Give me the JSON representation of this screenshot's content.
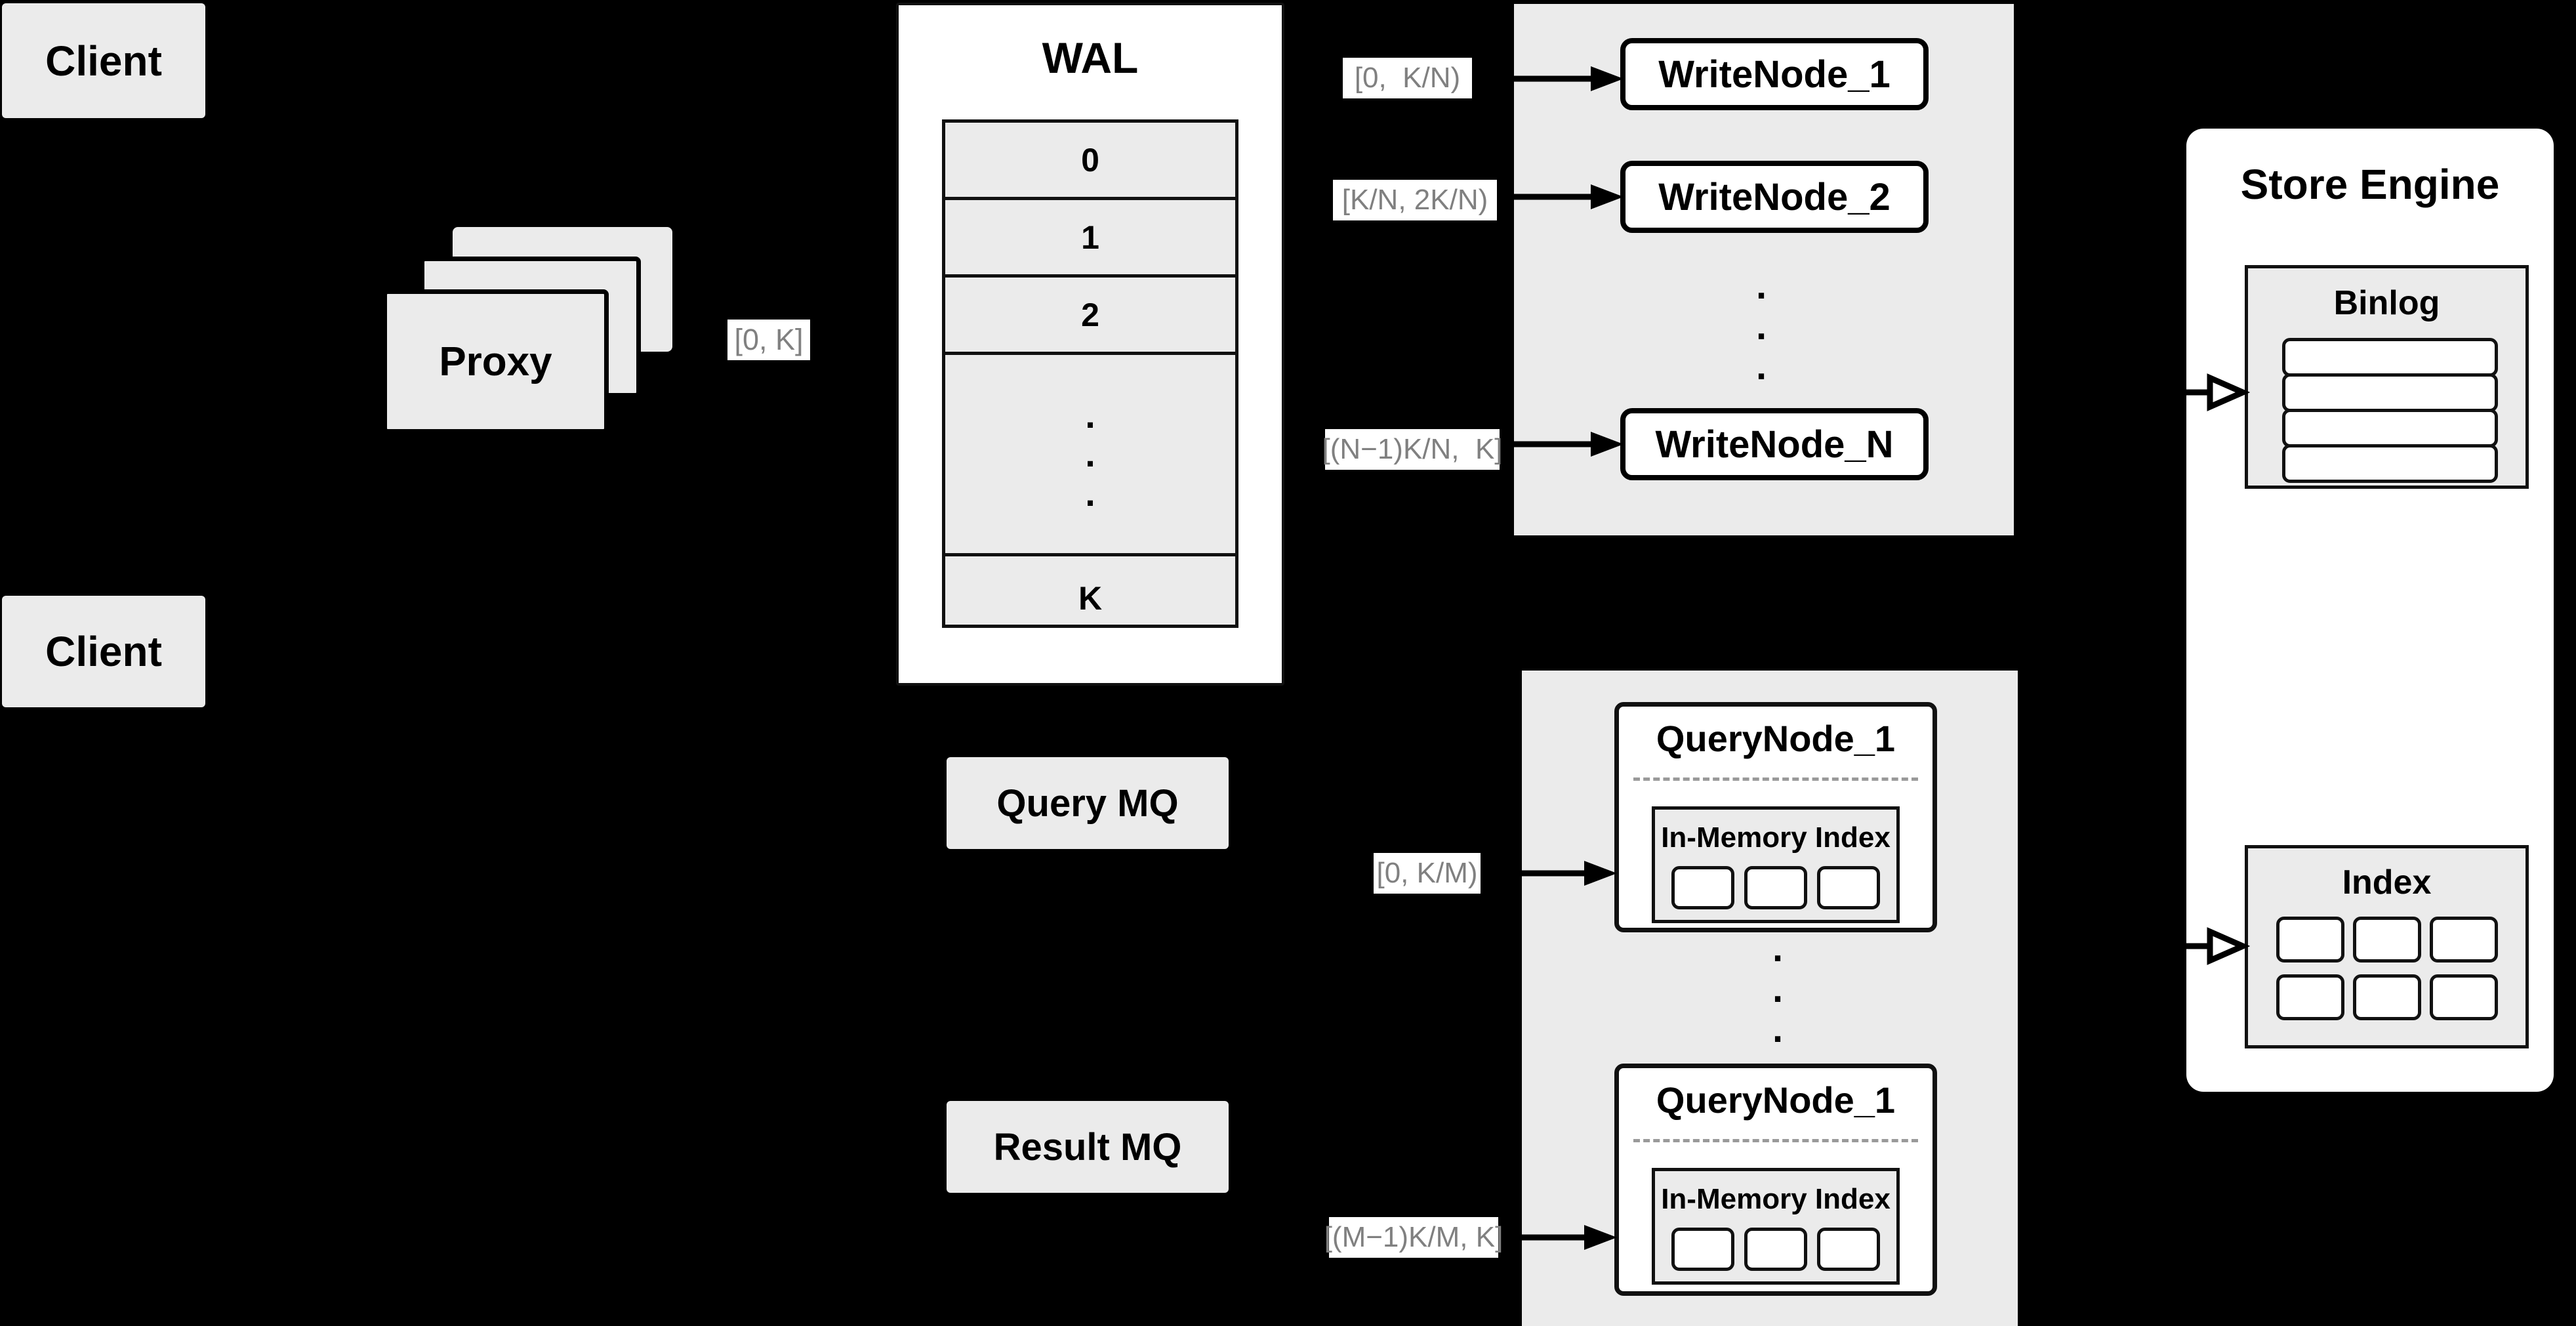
{
  "diagram": {
    "title": "Distributed write/query architecture",
    "background_color": "#000000",
    "box_fill": "#ebebeb",
    "panel_fill": "#ffffff",
    "label_text_color": "#808080",
    "divider_color": "#9a9a9a"
  },
  "clients": [
    {
      "label": "Client"
    },
    {
      "label": "Client"
    }
  ],
  "proxy": {
    "label": "Proxy",
    "stack_count": 3
  },
  "proxy_range_label": {
    "text": "[0, K]"
  },
  "wal": {
    "title": "WAL",
    "rows": [
      "0",
      "1",
      "2",
      "",
      "K"
    ],
    "ellipsis_row_index": 3,
    "ellipsis": "."
  },
  "write_cluster": {
    "nodes": [
      {
        "label": "WriteNode_1",
        "range": "[0,  K/N)"
      },
      {
        "label": "WriteNode_2",
        "range": "[K/N, 2K/N)"
      },
      {
        "label": "WriteNode_N",
        "range": "[(N−1)K/N,  K]"
      }
    ],
    "ellipsis": "."
  },
  "query_cluster": {
    "nodes": [
      {
        "label": "QueryNode_1",
        "range": "[0, K/M)",
        "index": {
          "title": "In-Memory Index",
          "chip_count": 3
        }
      },
      {
        "label": "QueryNode_1",
        "range": "[(M−1)K/M, K]",
        "index": {
          "title": "In-Memory Index",
          "chip_count": 3
        }
      }
    ],
    "ellipsis": "."
  },
  "queues": [
    {
      "label": "Query MQ"
    },
    {
      "label": "Result MQ"
    }
  ],
  "store_engine": {
    "title": "Store Engine",
    "binlog": {
      "title": "Binlog",
      "bar_count": 4
    },
    "index": {
      "title": "Index",
      "chip_rows": 2,
      "chip_cols": 3
    }
  }
}
